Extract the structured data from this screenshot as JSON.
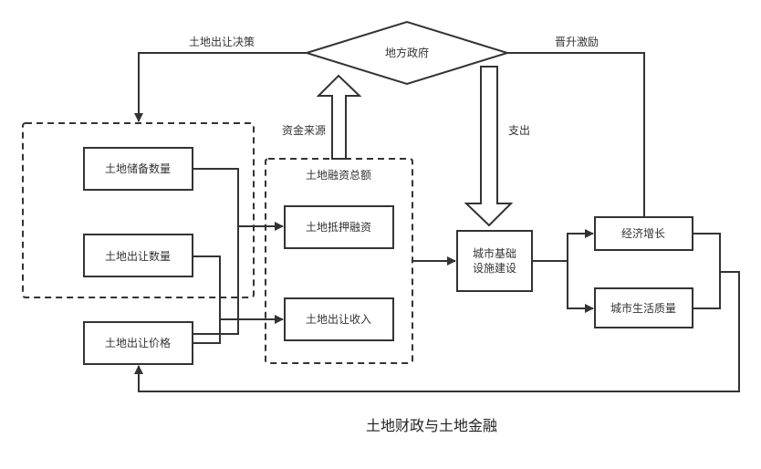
{
  "caption": "土地财政与土地金融",
  "nodes": {
    "government": "地方政府",
    "land_reserve_qty": "土地储备数量",
    "land_transfer_qty": "土地出让数量",
    "land_transfer_price": "土地出让价格",
    "financing_total": "土地融资总额",
    "land_mortgage": "土地抵押融资",
    "land_transfer_income": "土地出让收入",
    "infrastructure_line1": "城市基础",
    "infrastructure_line2": "设施建设",
    "economic_growth": "经济增长",
    "quality_of_life": "城市生活质量"
  },
  "edges": {
    "land_decision": "土地出让决策",
    "promotion_incentive": "晋升激励",
    "funding_source": "资金来源",
    "expenditure": "支出"
  }
}
